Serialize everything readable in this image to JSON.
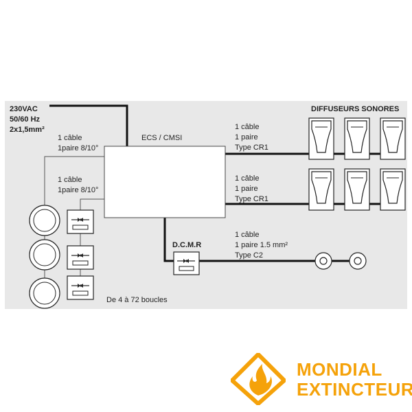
{
  "power": {
    "voltage": "230VAC",
    "frequency": "50/60 Hz",
    "section": "2x1,5mm²"
  },
  "ecs_label": "ECS / CMSI",
  "dcmr_label": "D.C.M.R",
  "diffuseurs_label": "DIFFUSEURS SONORES",
  "boucles_label": "De 4 à 72 boucles",
  "cable_left_top": {
    "l1": "1 câble",
    "l2": "1paire 8/10°"
  },
  "cable_left_bottom": {
    "l1": "1 câble",
    "l2": "1paire 8/10°"
  },
  "cable_right_top": {
    "l1": "1 câble",
    "l2": "1 paire",
    "l3": "Type CR1"
  },
  "cable_right_mid": {
    "l1": "1 câble",
    "l2": "1 paire",
    "l3": "Type CR1"
  },
  "cable_dcmr": {
    "l1": "1 câble",
    "l2": "1 paire 1.5 mm²",
    "l3": "Type C2"
  },
  "brand": {
    "line1": "MONDIAL",
    "line2": "EXTINCTEUR"
  },
  "colors": {
    "panel": "#e8e8e8",
    "line": "#111111",
    "thin_line": "#555555",
    "brand": "#f5a20a"
  }
}
